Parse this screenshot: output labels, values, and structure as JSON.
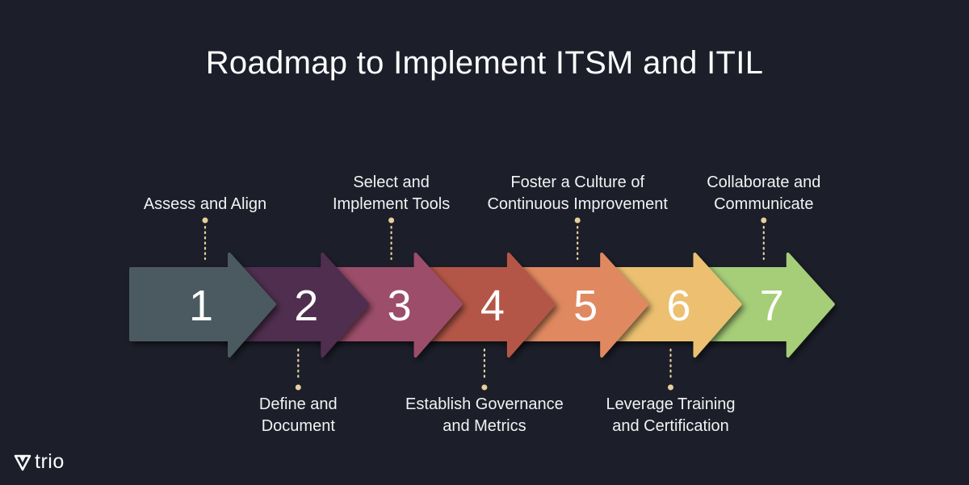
{
  "title": "Roadmap to Implement ITSM and ITIL",
  "brand": {
    "name": "trio",
    "icon": "trio-v-logo-icon"
  },
  "steps": [
    {
      "number": "1",
      "label": "Assess and Align",
      "position": "top",
      "color": "#4b5a61"
    },
    {
      "number": "2",
      "label": "Define and\nDocument",
      "position": "bottom",
      "color": "#4f2f4f"
    },
    {
      "number": "3",
      "label": "Select and\nImplement Tools",
      "position": "top",
      "color": "#9c4d6a"
    },
    {
      "number": "4",
      "label": "Establish Governance\nand Metrics",
      "position": "bottom",
      "color": "#b45647"
    },
    {
      "number": "5",
      "label": "Foster a Culture of\nContinuous Improvement",
      "position": "top",
      "color": "#e08960"
    },
    {
      "number": "6",
      "label": "Leverage Training\nand Certification",
      "position": "bottom",
      "color": "#ecc06f"
    },
    {
      "number": "7",
      "label": "Collaborate and\nCommunicate",
      "position": "top",
      "color": "#a6cd78"
    }
  ],
  "connector_color": "#e9cf98"
}
